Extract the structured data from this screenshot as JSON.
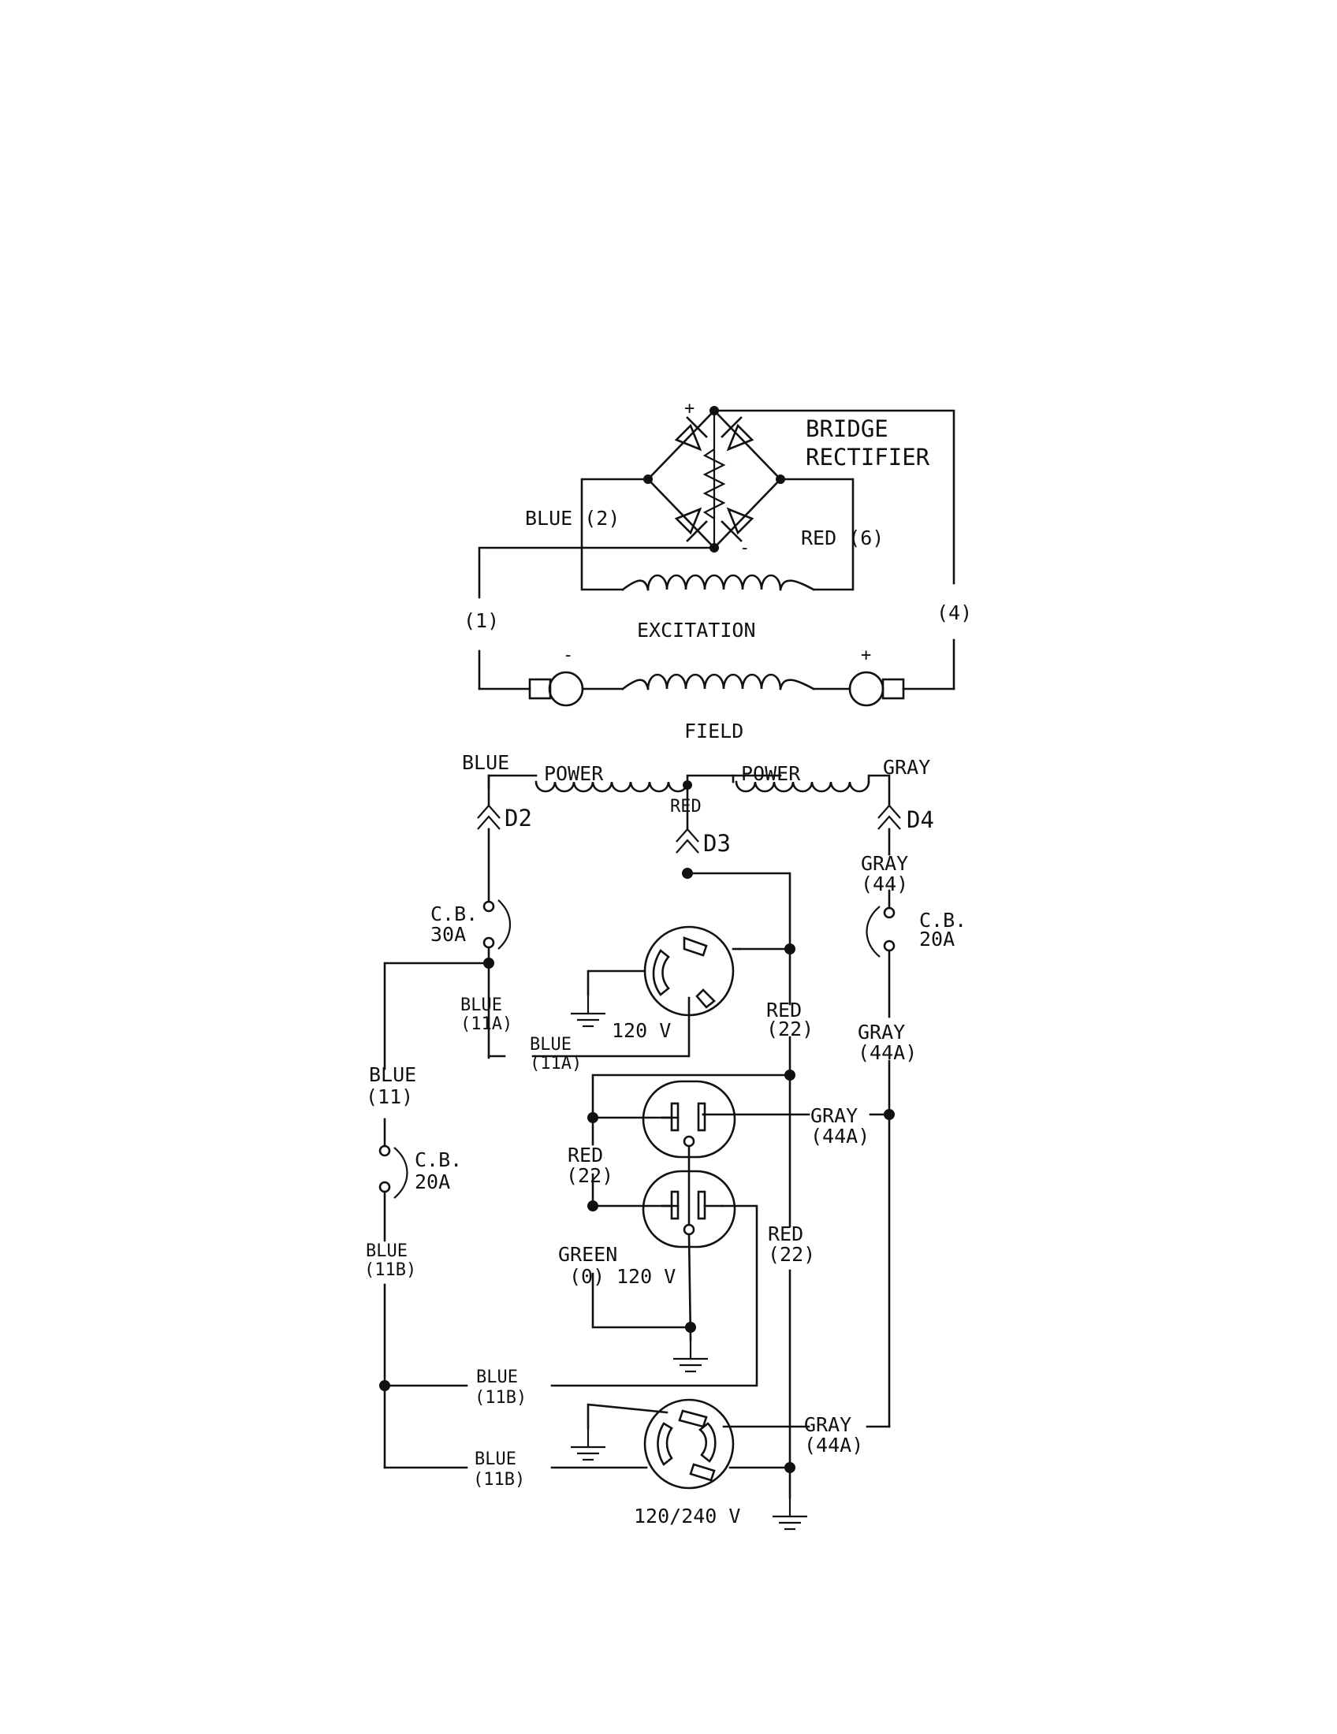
{
  "labels": {
    "bridge_line1": "BRIDGE",
    "bridge_line2": "RECTIFIER",
    "plus_top": "+",
    "minus_bottom": "-",
    "blue2": "BLUE (2)",
    "red6": "RED (6)",
    "wire1": "(1)",
    "wire4": "(4)",
    "excitation": "EXCITATION",
    "field_minus": "-",
    "field_plus": "+",
    "field": "FIELD",
    "blue_top": "BLUE",
    "power_left": "POWER",
    "power_right": "POWER",
    "gray_top": "GRAY",
    "red_top": "RED",
    "d2": "D2",
    "d3": "D3",
    "d4": "D4",
    "gray44_l1": "GRAY",
    "gray44_l2": "(44)",
    "cb30_l1": "C.B.",
    "cb30_l2": "30A",
    "cb20r_l1": "C.B.",
    "cb20r_l2": "20A",
    "blue11a_a_l1": "BLUE",
    "blue11a_a_l2": "(11A)",
    "blue11a_b_l1": "BLUE",
    "blue11a_b_l2": "(11A)",
    "v120_top": "120  V",
    "red22_a_l1": "RED",
    "red22_a_l2": "(22)",
    "gray44a_a_l1": "GRAY",
    "gray44a_a_l2": "(44A)",
    "blue11_l1": "BLUE",
    "blue11_l2": "(11)",
    "gray44a_b_l1": "GRAY",
    "gray44a_b_l2": "(44A)",
    "cb20l_l1": "C.B.",
    "cb20l_l2": "20A",
    "red22_b_l1": "RED",
    "red22_b_l2": "(22)",
    "blue11b_a_l1": "BLUE",
    "blue11b_a_l2": "(11B)",
    "green_l1": "GREEN",
    "green_l2": "(0)",
    "v120_mid": "120  V",
    "red22_c_l1": "RED",
    "red22_c_l2": "(22)",
    "blue11b_b_l1": "BLUE",
    "blue11b_b_l2": "(11B)",
    "gray44a_c_l1": "GRAY",
    "gray44a_c_l2": "(44A)",
    "blue11b_c_l1": "BLUE",
    "blue11b_c_l2": "(11B)",
    "v120_240": "120/240  V"
  }
}
